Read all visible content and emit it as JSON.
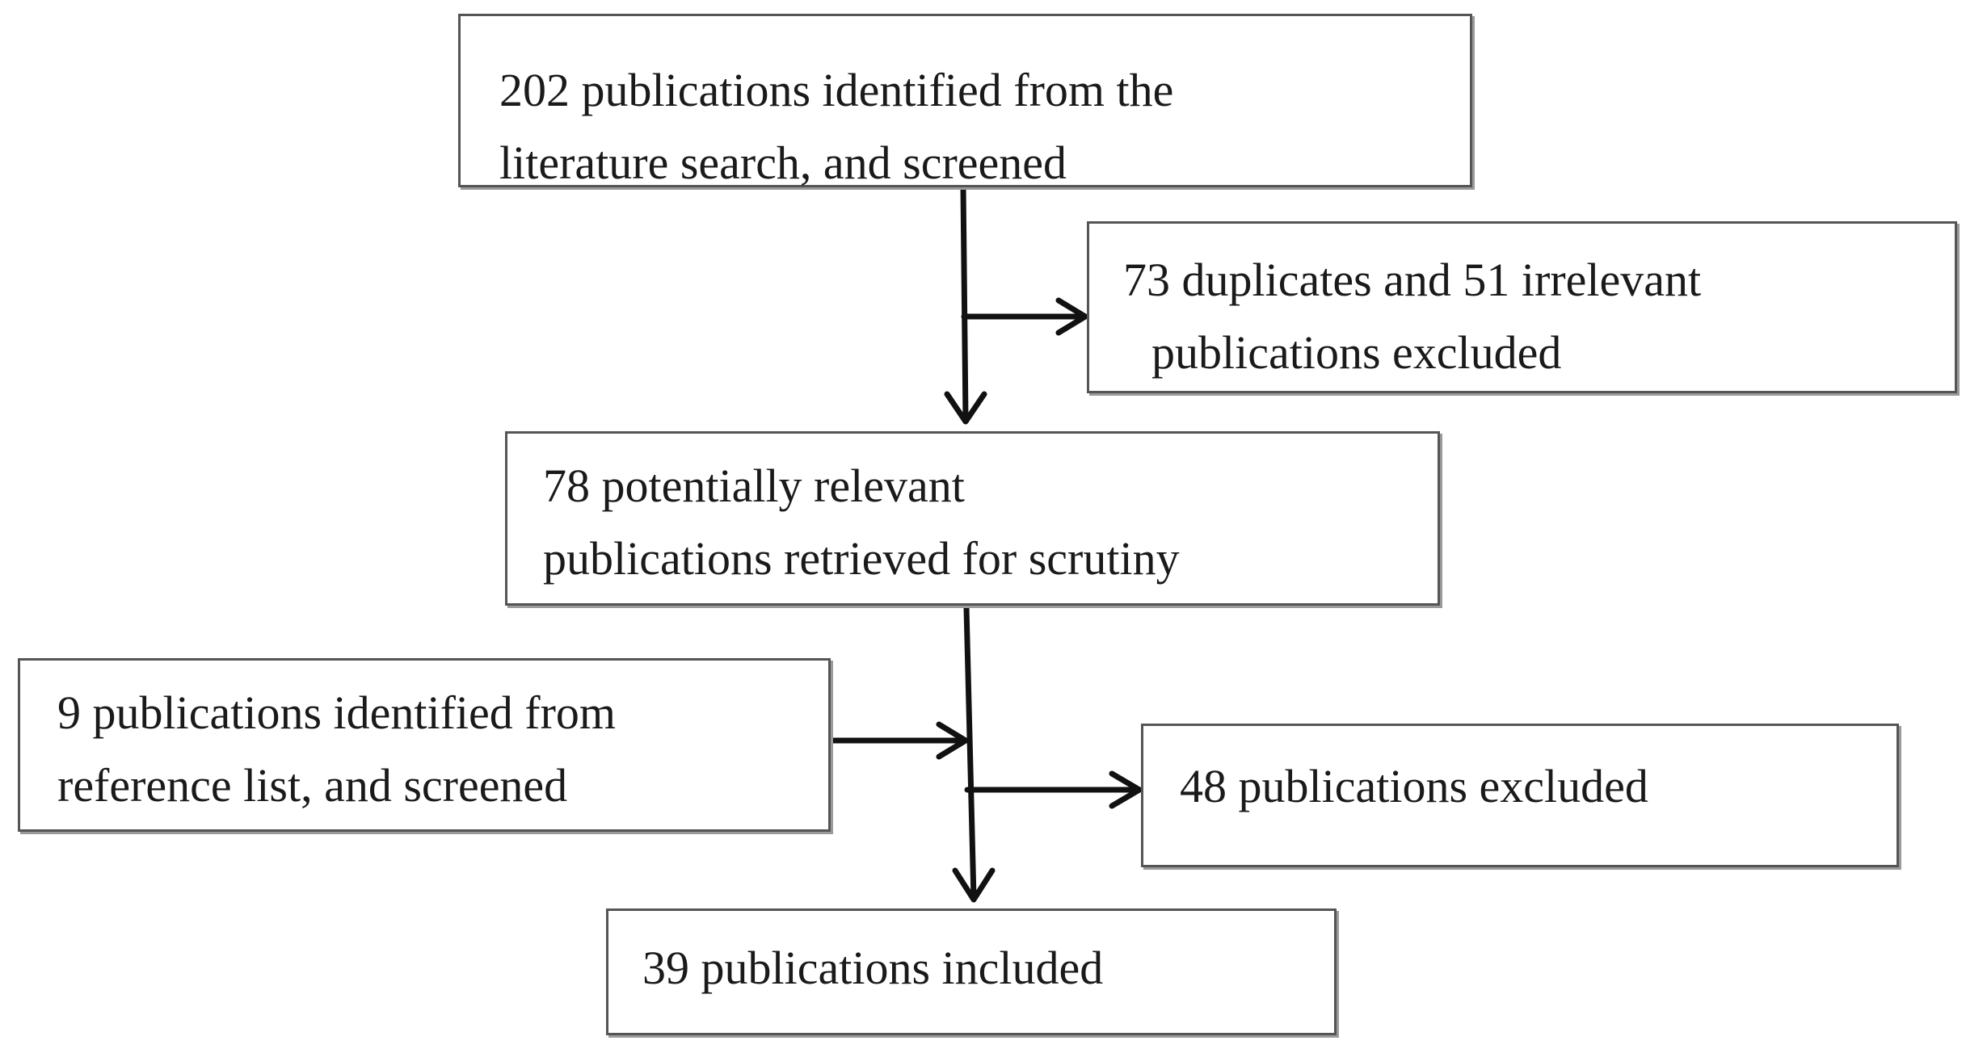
{
  "flowchart": {
    "search": {
      "line1": "202 publications identified from the",
      "line2": "literature search, and screened"
    },
    "excluded_first": {
      "line1": "73 duplicates and 51 irrelevant",
      "line2": "publications excluded"
    },
    "relevant": {
      "line1": "78 potentially relevant",
      "line2": "publications retrieved for scrutiny"
    },
    "reference_list": {
      "line1": "9 publications identified from",
      "line2": "reference list, and screened"
    },
    "excluded_second": {
      "line1": "48 publications excluded"
    },
    "included": {
      "line1": "39 publications included"
    }
  },
  "colors": {
    "box_border": "#555555",
    "box_shadow": "#9a9a9a",
    "arrow": "#111111",
    "text": "#1a1a1a"
  }
}
